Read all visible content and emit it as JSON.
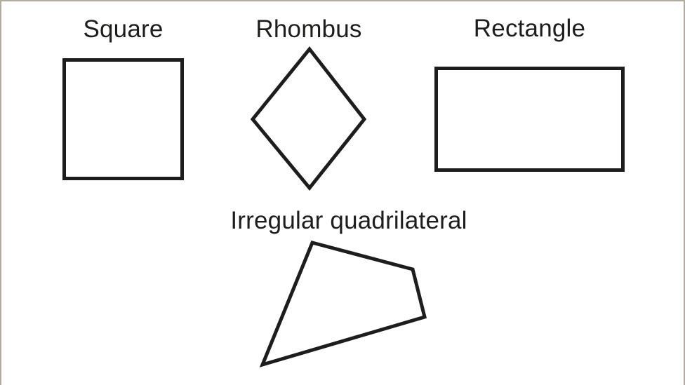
{
  "canvas": {
    "background": "#ffffff",
    "border_color": "#b3aaa0",
    "stroke_color": "#1d1d1b",
    "stroke_width": "5"
  },
  "shapes": {
    "square": {
      "label": "Square"
    },
    "rhombus": {
      "label": "Rhombus"
    },
    "rectangle": {
      "label": "Rectangle"
    },
    "irregular_quadrilateral": {
      "label": "Irregular quadrilateral"
    }
  }
}
